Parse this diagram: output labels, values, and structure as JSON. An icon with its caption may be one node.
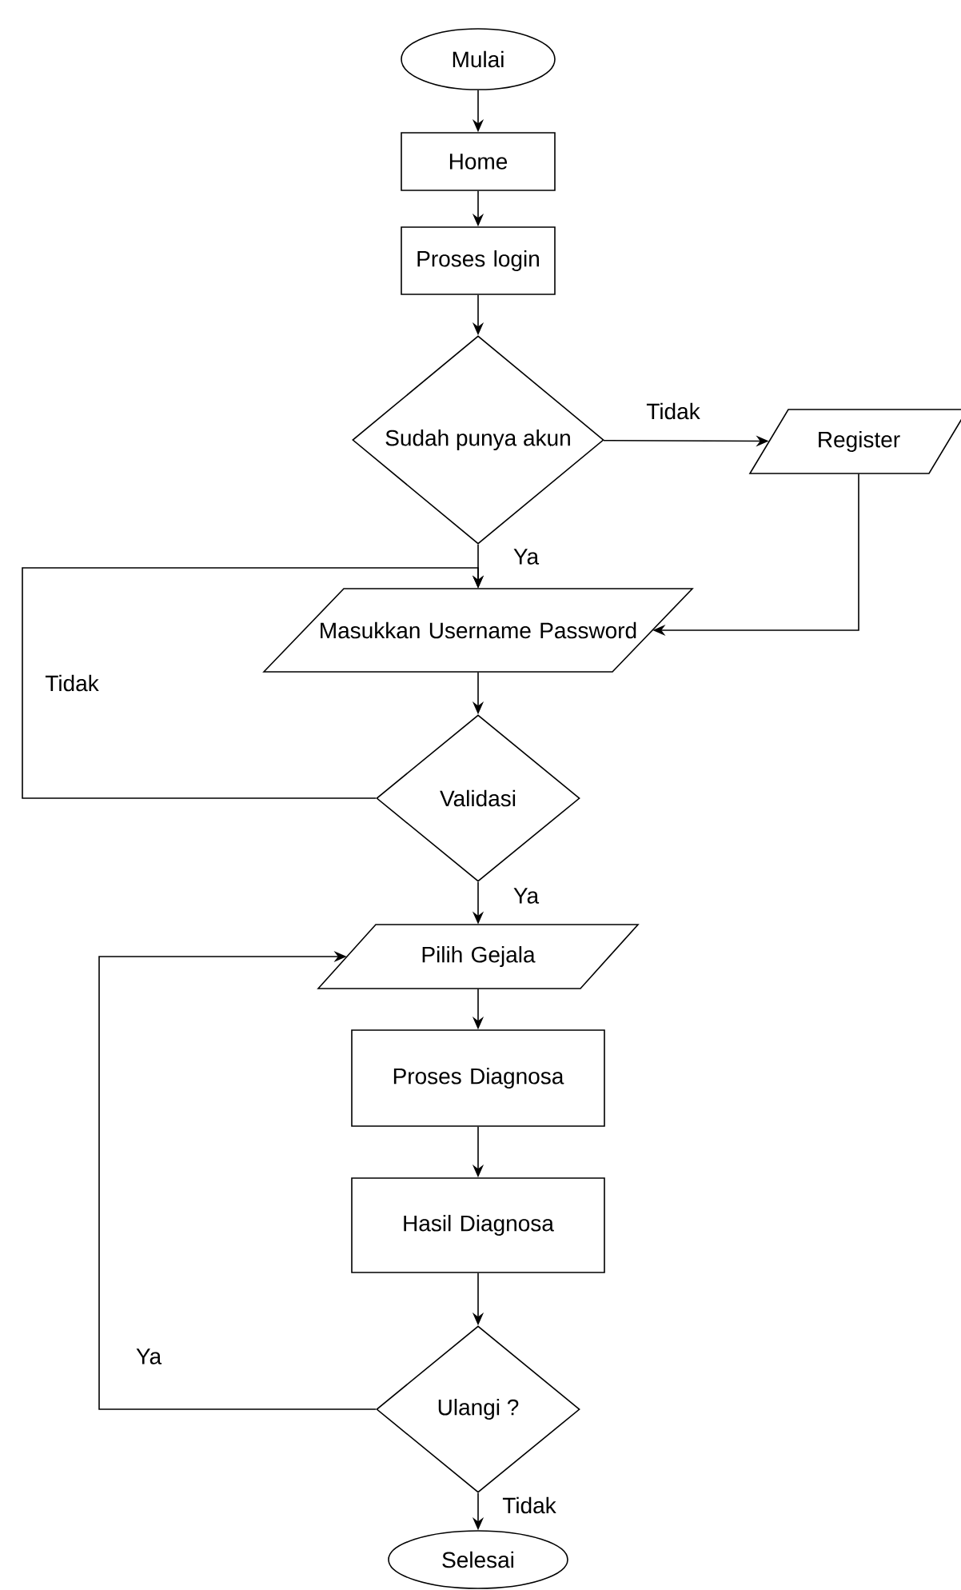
{
  "diagram": {
    "nodes": [
      {
        "text": [
          "Mulai"
        ]
      },
      {
        "text": [
          "Home"
        ]
      },
      {
        "text": [
          "Proses login"
        ]
      },
      {
        "text": [
          "Sudah punya akun"
        ]
      },
      {
        "text": [
          "Register"
        ]
      },
      {
        "text": [
          "Masukkan Username Password"
        ]
      },
      {
        "text": [
          "Validasi"
        ]
      },
      {
        "text": [
          "Pilih Gejala"
        ]
      },
      {
        "text": [
          "Proses Diagnosa"
        ]
      },
      {
        "text": [
          "Hasil Diagnosa"
        ]
      },
      {
        "text": [
          "Ulangi ?"
        ]
      },
      {
        "text": [
          "Selesai"
        ]
      }
    ],
    "edges": [
      {
        "from": 0,
        "to": 1,
        "arrow": "to"
      },
      {
        "from": 1,
        "to": 2,
        "arrow": "to"
      },
      {
        "from": 2,
        "to": 3,
        "arrow": "to"
      },
      {
        "from": 3,
        "to": 4,
        "arrow": "to",
        "label": "Tidak"
      },
      {
        "from": 3,
        "to": 5,
        "arrow": "to",
        "label": "Ya"
      },
      {
        "from": 4,
        "to": 5,
        "arrow": "to"
      },
      {
        "from": 5,
        "to": 6,
        "arrow": "to"
      },
      {
        "from": 6,
        "to": 5,
        "arrow": "to",
        "label": "Tidak"
      },
      {
        "from": 6,
        "to": 7,
        "arrow": "to",
        "label": "Ya"
      },
      {
        "from": 7,
        "to": 8,
        "arrow": "to"
      },
      {
        "from": 8,
        "to": 9,
        "arrow": "to"
      },
      {
        "from": 9,
        "to": 10,
        "arrow": "to"
      },
      {
        "from": 10,
        "to": 7,
        "arrow": "to",
        "label": "Ya"
      },
      {
        "from": 10,
        "to": 11,
        "arrow": "to",
        "label": "Tidak"
      }
    ]
  }
}
